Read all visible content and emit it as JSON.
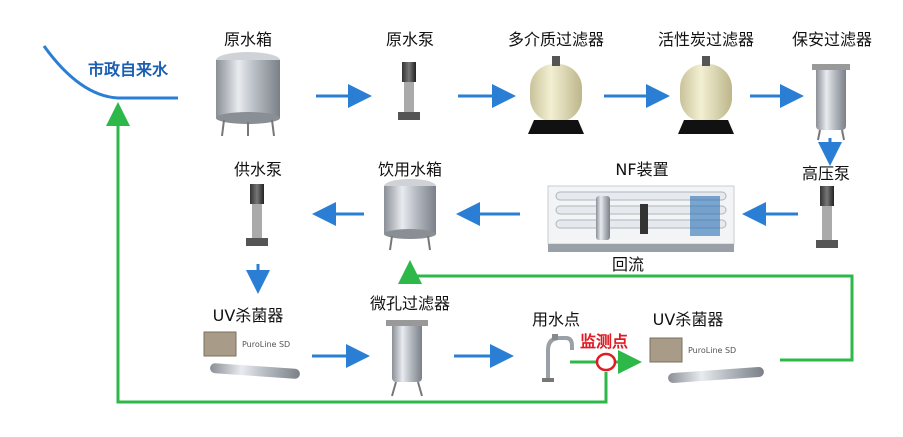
{
  "labels": {
    "municipal_water": "市政自来水",
    "raw_water_tank": "原水箱",
    "raw_water_pump": "原水泵",
    "multimedia_filter": "多介质过滤器",
    "carbon_filter": "活性炭过滤器",
    "security_filter": "保安过滤器",
    "high_pressure_pump": "高压泵",
    "nf_device": "NF装置",
    "drinking_water_tank": "饮用水箱",
    "supply_pump": "供水泵",
    "uv_sterilizer_1": "UV杀菌器",
    "microporous_filter": "微孔过滤器",
    "water_point": "用水点",
    "monitoring_point": "监测点",
    "uv_sterilizer_2": "UV杀菌器",
    "return_flow": "回流",
    "uv_brand_1": "PuroLine SD",
    "uv_brand_2": "PuroLine SD"
  },
  "colors": {
    "process_arrow": "#2a7fd4",
    "return_line": "#2fb84a",
    "monitor_text": "#e01b24",
    "municipal_text": "#1a5fb4"
  }
}
